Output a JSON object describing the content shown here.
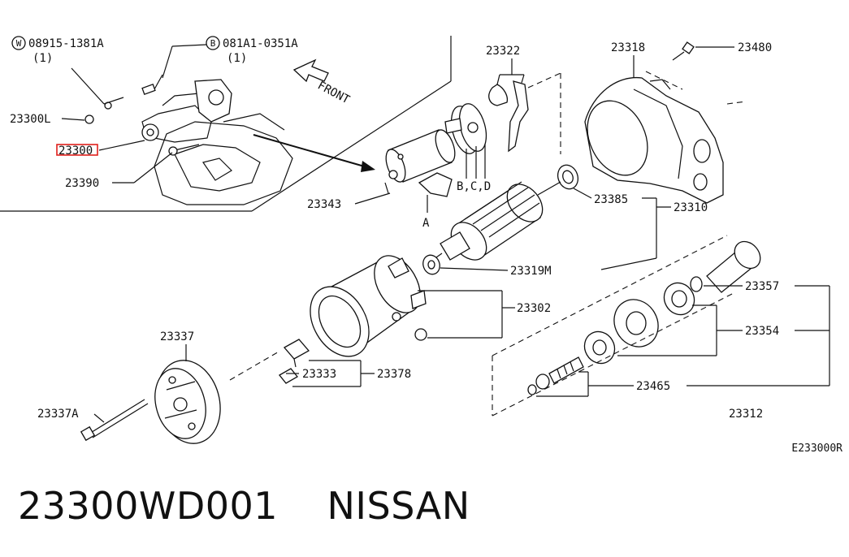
{
  "diagram": {
    "callouts": [
      {
        "key": "w",
        "marker": "W",
        "number": "08915-1381A",
        "qty": "(1)"
      },
      {
        "key": "b",
        "marker": "B",
        "number": "081A1-0351A",
        "qty": "(1)"
      }
    ],
    "front_label": "FRONT",
    "part_labels": {
      "p23300L": "23300L",
      "p23300": "23300",
      "p23390": "23390",
      "p23322": "23322",
      "p23318": "23318",
      "p23480": "23480",
      "p23343": "23343",
      "pBCD": "B,C,D",
      "pA": "A",
      "p23385": "23385",
      "p23310": "23310",
      "p23319M": "23319M",
      "p23357": "23357",
      "p23302": "23302",
      "p23354": "23354",
      "p23337": "23337",
      "p23333": "23333",
      "p23378": "23378",
      "p23465": "23465",
      "p23337A": "23337A",
      "p23312": "23312"
    },
    "highlight_color": "#e0201c"
  },
  "catalog_code": "E233000R",
  "caption": "23300WD001    NISSAN"
}
